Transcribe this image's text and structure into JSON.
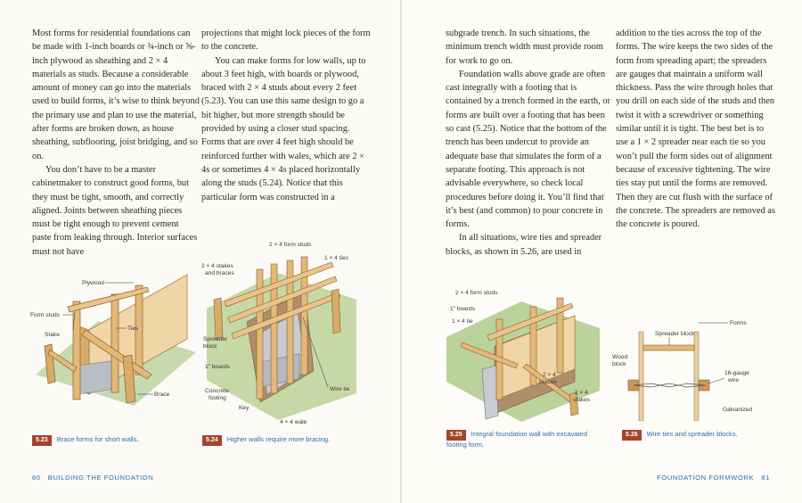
{
  "left_page": {
    "column1": [
      "Most forms for residential foundations can be made with 1-inch boards or ¾-inch or ⅝-inch plywood as sheathing and 2 × 4 materials as studs. Because a considerable amount of money can go into the materials used to build forms, it’s wise to think beyond the primary use and plan to use the material, after forms are broken down, as house sheathing, subflooring, joist bridging, and so on.",
      "You don’t have to be a master cabinetmaker to construct good forms, but they must be tight, smooth, and correctly aligned. Joints between sheathing pieces must be tight enough to prevent cement paste from leaking through. Interior surfaces must not have"
    ],
    "column2": [
      "projections that might lock pieces of the form to the concrete.",
      "You can make forms for low walls, up to about 3 feet high, with boards or plywood, braced with 2 × 4 studs about every 2 feet (5.23). You can use this same design to go a bit higher, but more strength should be provided by using a closer stud spacing. Forms that are over 4 feet high should be reinforced further with wales, which are 2 × 4s or sometimes 4 × 4s placed horizontally along the studs (5.24). Notice that this particular form was constructed in a"
    ],
    "fig_5_23": {
      "labels": {
        "plywood": "Plywood",
        "form_studs": "Form studs",
        "stake": "Stake",
        "ties": "Ties",
        "brace": "Brace"
      },
      "caption_num": "5.23",
      "caption_text": "Brace forms for short walls."
    },
    "fig_5_24": {
      "labels": {
        "form_studs": "2 × 4 form studs",
        "ties": "1 × 4 ties",
        "stakes_line1": "2 × 4 stakes",
        "stakes_line2": "and braces",
        "spreader_line1": "Spreader",
        "spreader_line2": "block",
        "boards": "1\" boards",
        "footing_line1": "Concrete",
        "footing_line2": "footing",
        "wire_tie": "Wire tie",
        "key": "Key",
        "wale": "4 × 4 wale"
      },
      "caption_num": "5.24",
      "caption_text": "Higher walls require more bracing."
    },
    "folio": {
      "number": "80",
      "title": "BUILDING THE FOUNDATION"
    }
  },
  "right_page": {
    "column1": [
      "subgrade trench. In such situations, the minimum trench width must provide room for work to go on.",
      "Foundation walls above grade are often cast integrally with a footing that is contained by a trench formed in the earth, or forms are built over a footing that has been so cast (5.25). Notice that the bottom of the trench has been undercut to provide an adequate base that simulates the form of a separate footing. This approach is not advisable everywhere, so check local procedures before doing it. You’ll find that it’s best (and common) to pour concrete in forms.",
      "In all situations, wire ties and spreader blocks, as shown in 5.26, are used in"
    ],
    "column2": [
      "addition to the ties across the top of the forms. The wire keeps the two sides of the form from spreading apart; the spreaders are gauges that maintain a uniform wall thickness. Pass the wire through holes that you drill on each side of the studs and then twist it with a screwdriver or something similar until it is tight. The best bet is to use a 1 × 2 spreader near each tie so you won’t pull the form sides out of alignment because of excessive tightening. The wire ties stay put until the forms are removed. Then they are cut flush with the surface of the concrete. The spreaders are removed as the concrete is poured."
    ],
    "fig_5_25": {
      "labels": {
        "form_studs": "2 × 4 form studs",
        "boards": "1\" boards",
        "tie": "1 × 4 tie",
        "braces_line1": "2 × 4",
        "braces_line2": "braces",
        "stakes_line1": "2 × 4",
        "stakes_line2": "stakes"
      },
      "caption_num": "5.25",
      "caption_line1": "Integral foundation wall with excavated",
      "caption_line2": "footing form."
    },
    "fig_5_26": {
      "labels": {
        "forms": "Forms",
        "spreader": "Spreader block",
        "wood_line1": "Wood",
        "wood_line2": "block",
        "wire_line1": "16-gauge",
        "wire_line2": "wire",
        "galvanized": "Galvanized"
      },
      "caption_num": "5.26",
      "caption_text": "Wire ties and spreader blocks."
    },
    "folio": {
      "title": "FOUNDATION FORMWORK",
      "number": "81"
    }
  },
  "colors": {
    "accent_blue": "#2d6fa8",
    "badge_red": "#a5442c",
    "wood": "#e2b978",
    "wood_dark": "#a9783c",
    "grass": "#7fae4c",
    "earth": "#a98663",
    "concrete": "#bfc3c8"
  }
}
